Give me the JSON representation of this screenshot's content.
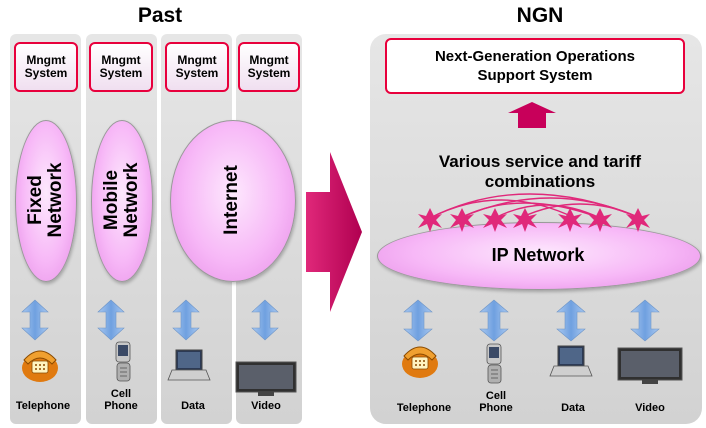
{
  "past": {
    "heading": "Past",
    "mngmt_label": "Mngmt\nSystem",
    "networks": [
      "Fixed\nNetwork",
      "Mobile\nNetwork",
      "Internet"
    ],
    "devices": [
      "Telephone",
      "Cell\nPhone",
      "Data",
      "Video"
    ]
  },
  "ngn": {
    "heading": "NGN",
    "ops_system": "Next-Generation Operations\nSupport System",
    "combinations": "Various service and tariff\ncombinations",
    "ip_network": "IP Network",
    "devices": [
      "Telephone",
      "Cell\nPhone",
      "Data",
      "Video"
    ]
  },
  "colors": {
    "accent_red": "#e8003c",
    "arrow_crimson": "#c8005a",
    "network_pink": "#f7b8f7",
    "arrow_blue": "#8ab4e6",
    "panel_gray": "#dcdcdc"
  }
}
